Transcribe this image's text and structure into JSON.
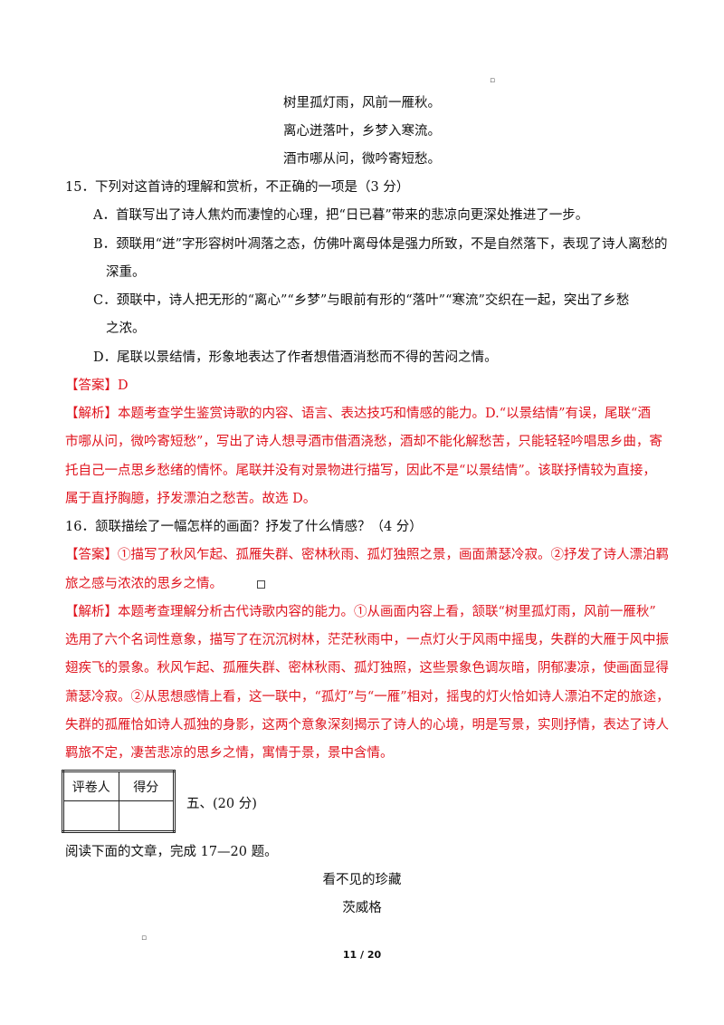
{
  "poem": {
    "line1": "树里孤灯雨，风前一雁秋。",
    "line2": "离心迸落叶，乡梦入寒流。",
    "line3": "酒市哪从问，微吟寄短愁。"
  },
  "q15": {
    "stem": "15．下列对这首诗的理解和赏析，不正确的一项是（3 分）",
    "optA": "A．首联写出了诗人焦灼而凄惶的心理，把“日已暮”带来的悲凉向更深处推进了一步。",
    "optB1": "B．颈联用“迸”字形容树叶凋落之态，仿佛叶离母体是强力所致，不是自然落下，表现了诗人离愁的",
    "optB2": "深重。",
    "optC1": "C．颈联中，诗人把无形的“离心”“乡梦”与眼前有形的“落叶”“寒流”交织在一起，突出了乡愁",
    "optC2": "之浓。",
    "optD": "D．尾联以景结情，形象地表达了作者想借酒消愁而不得的苦闷之情。",
    "answer": "【答案】D",
    "analysis1": "【解析】本题考查学生鉴赏诗歌的内容、语言、表达技巧和情感的能力。D.“以景结情”有误，尾联“酒",
    "analysis2": "市哪从问，微吟寄短愁”，写出了诗人想寻酒市借酒浇愁，酒却不能化解愁苦，只能轻轻吟唱思乡曲，寄",
    "analysis3": "托自己一点思乡愁绪的情怀。尾联并没有对景物进行描写，因此不是“以景结情”。该联抒情较为直接，",
    "analysis4": "属于直抒胸臆，抒发漂泊之愁苦。故选 D。"
  },
  "q16": {
    "stem": "16．颔联描绘了一幅怎样的画面？抒发了什么情感？（4 分）",
    "answer1": "【答案】①描写了秋风乍起、孤雁失群、密林秋雨、孤灯独照之景，画面萧瑟冷寂。②抒发了诗人漂泊羁",
    "answer2": "旅之感与浓浓的思乡之情。",
    "analysis1": "【解析】本题考查理解分析古代诗歌内容的能力。①从画面内容上看，颔联“树里孤灯雨，风前一雁秋”",
    "analysis2": "选用了六个名词性意象，描写了在沉沉树林，茫茫秋雨中，一点灯火于风雨中摇曳，失群的大雁于风中振",
    "analysis3": "翅疾飞的景象。秋风乍起、孤雁失群、密林秋雨、孤灯独照，这些景象色调灰暗，阴郁凄凉，使画面显得",
    "analysis4": "萧瑟冷寂。②从思想感情上看，这一联中，“孤灯”与“一雁”相对，摇曳的灯火恰如诗人漂泊不定的旅途，",
    "analysis5": "失群的孤雁恰如诗人孤独的身影，这两个意象深刻揭示了诗人的心境，明是写景，实则抒情，表达了诗人",
    "analysis6": "羁旅不定，凄苦悲凉的思乡之情，寓情于景，景中含情。"
  },
  "grader": {
    "col1": "评卷人",
    "col2": "得分"
  },
  "section": "五、(20 分)",
  "instruction": "阅读下面的文章，完成  17—20 题。",
  "article": {
    "title": "看不见的珍藏",
    "author": "茨威格"
  },
  "footer": {
    "page": "11 / 20"
  }
}
